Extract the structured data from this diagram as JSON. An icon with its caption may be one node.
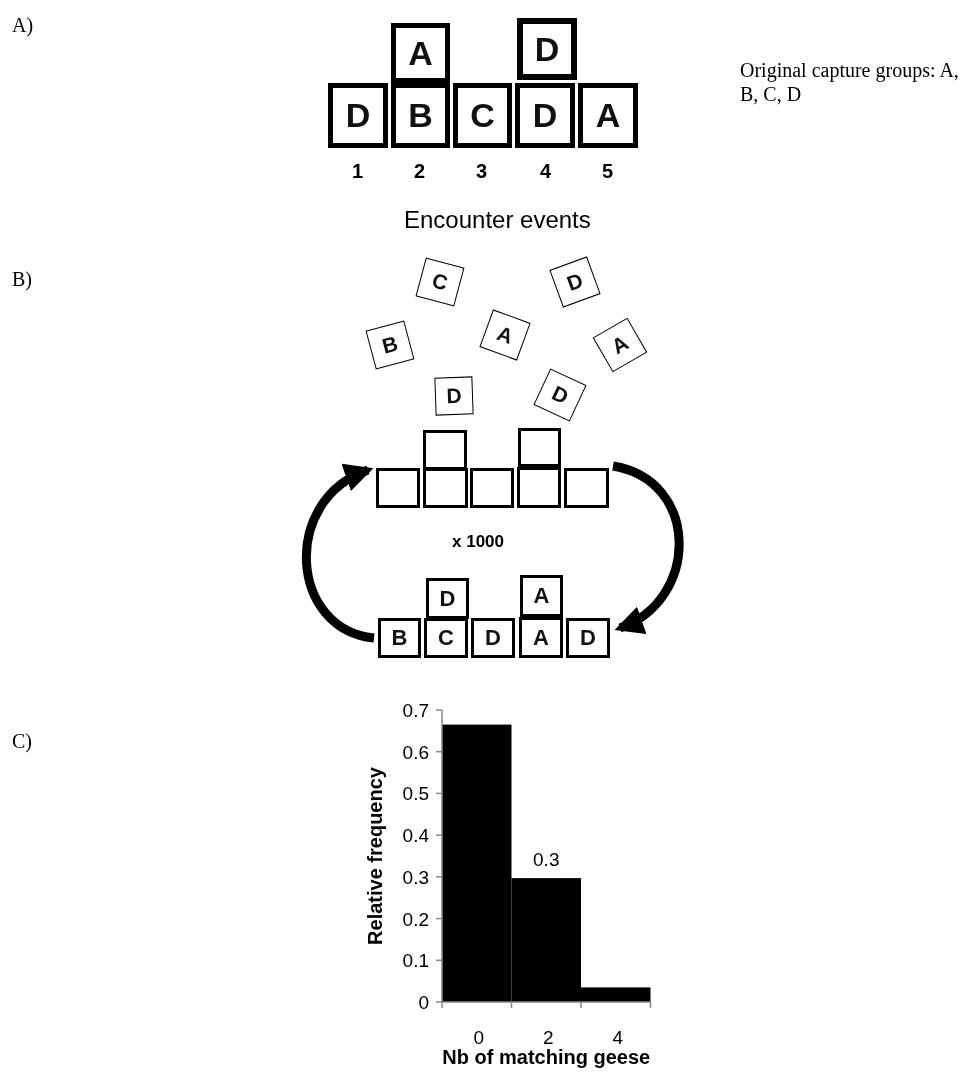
{
  "diagram": {
    "nodes": [
      {
        "text": [
          "A"
        ]
      },
      {
        "text": [
          "D"
        ]
      },
      {
        "text": [
          "D"
        ]
      },
      {
        "text": [
          "B"
        ]
      },
      {
        "text": [
          "C"
        ]
      },
      {
        "text": [
          "D"
        ]
      },
      {
        "text": [
          "A"
        ]
      },
      {
        "text": [
          "C"
        ]
      },
      {
        "text": [
          "D"
        ]
      },
      {
        "text": [
          "A"
        ]
      },
      {
        "text": [
          "B"
        ]
      },
      {
        "text": [
          "A"
        ]
      },
      {
        "text": [
          "D"
        ]
      },
      {
        "text": [
          "D"
        ]
      },
      {
        "text": [],
        "shape": "box"
      },
      {
        "text": [],
        "shape": "box"
      },
      {
        "text": [],
        "shape": "box"
      },
      {
        "text": [],
        "shape": "box"
      },
      {
        "text": [],
        "shape": "box"
      },
      {
        "text": [],
        "shape": "box"
      },
      {
        "text": [],
        "shape": "box"
      },
      {
        "text": [
          "D"
        ]
      },
      {
        "text": [
          "A"
        ]
      },
      {
        "text": [
          "B"
        ]
      },
      {
        "text": [
          "C"
        ]
      },
      {
        "text": [
          "D"
        ]
      },
      {
        "text": [
          "A"
        ]
      },
      {
        "text": [
          "D"
        ]
      }
    ],
    "edges": [
      {
        "from": 20,
        "to": 27,
        "arrow": "to"
      },
      {
        "from": 23,
        "to": 16,
        "arrow": "to"
      }
    ],
    "labels": [
      "A)",
      "Original capture groups: A, B, C, D",
      "1",
      "2",
      "3",
      "4",
      "5",
      "Encounter events",
      "B)",
      "x 1000",
      "C)"
    ],
    "chart_data": {
      "type": "bar",
      "xlabel": "Nb of matching geese",
      "ylabel": "Relative frequency",
      "categories": [
        "0",
        "2",
        "4"
      ],
      "values": [
        0.665,
        0.297,
        0.035
      ],
      "ylim": [
        0,
        0.7
      ],
      "yticks": [
        0,
        0.1,
        0.2,
        0.3,
        0.4,
        0.5,
        0.6,
        0.7
      ],
      "value_labels": [
        null,
        "0.3",
        null
      ]
    }
  }
}
